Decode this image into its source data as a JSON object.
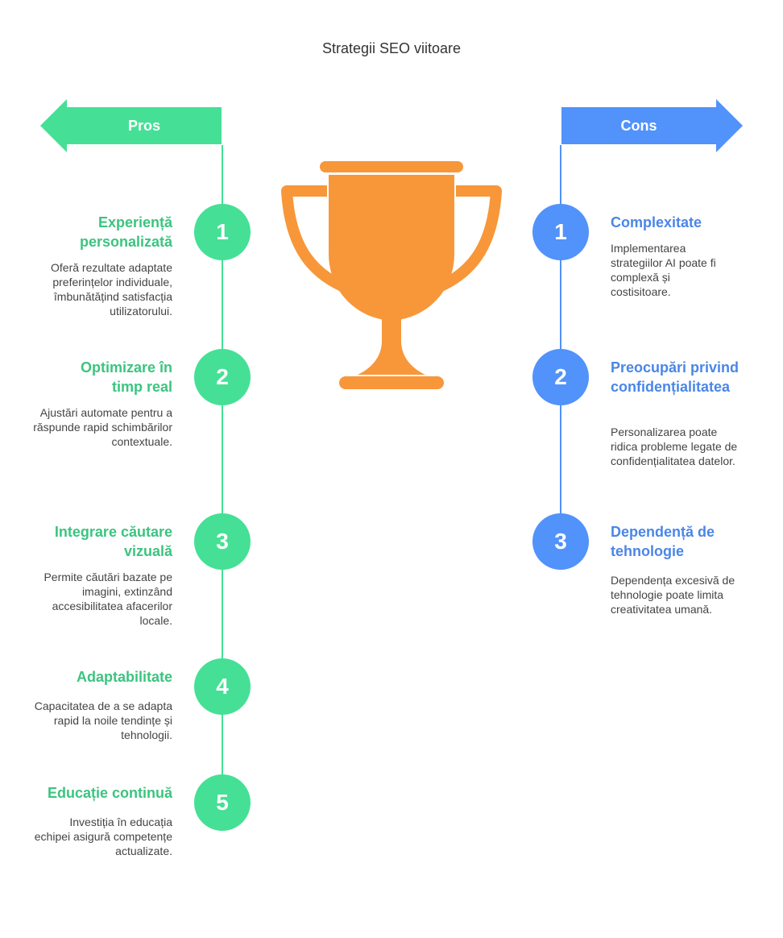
{
  "title": "Strategii SEO viitoare",
  "colors": {
    "pros": "#45E095",
    "pros_text": "#3CC47F",
    "cons": "#5192FB",
    "cons_text": "#4A86E8",
    "trophy": "#F7973A"
  },
  "icons": {
    "center": "trophy-icon"
  },
  "pros": {
    "label": "Pros",
    "items": [
      {
        "number": "1",
        "heading": "Experiență personalizată",
        "text": "Oferă rezultate adaptate preferințelor individuale, îmbunătățind satisfacția utilizatorului."
      },
      {
        "number": "2",
        "heading": "Optimizare în timp real",
        "text": "Ajustări automate pentru a răspunde rapid schimbărilor contextuale."
      },
      {
        "number": "3",
        "heading": "Integrare căutare vizuală",
        "text": "Permite căutări bazate pe imagini, extinzând accesibilitatea afacerilor locale."
      },
      {
        "number": "4",
        "heading": "Adaptabilitate",
        "text": "Capacitatea de a se adapta rapid la noile tendințe și tehnologii."
      },
      {
        "number": "5",
        "heading": "Educație continuă",
        "text": "Investiția în educația echipei asigură competențe actualizate."
      }
    ]
  },
  "cons": {
    "label": "Cons",
    "items": [
      {
        "number": "1",
        "heading": "Complexitate",
        "text": "Implementarea strategiilor AI poate fi complexă și costisitoare."
      },
      {
        "number": "2",
        "heading": "Preocupări privind confidențialitatea",
        "text": "Personalizarea poate ridica probleme legate de confidențialitatea datelor."
      },
      {
        "number": "3",
        "heading": "Dependență de tehnologie",
        "text": "Dependența excesivă de tehnologie poate limita creativitatea umană."
      }
    ]
  }
}
